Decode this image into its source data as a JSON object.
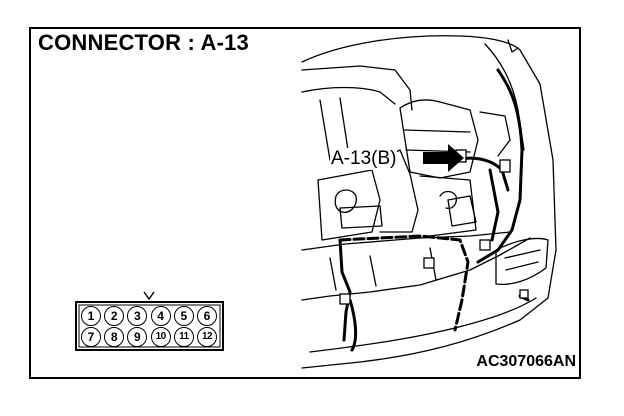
{
  "title": "CONNECTOR : A-13",
  "figure_id": "AC307066AN",
  "callout": "A-13(B)",
  "pins": {
    "row1": [
      "1",
      "2",
      "3",
      "4",
      "5",
      "6"
    ],
    "row2": [
      "7",
      "8",
      "9",
      "10",
      "11",
      "12"
    ]
  }
}
